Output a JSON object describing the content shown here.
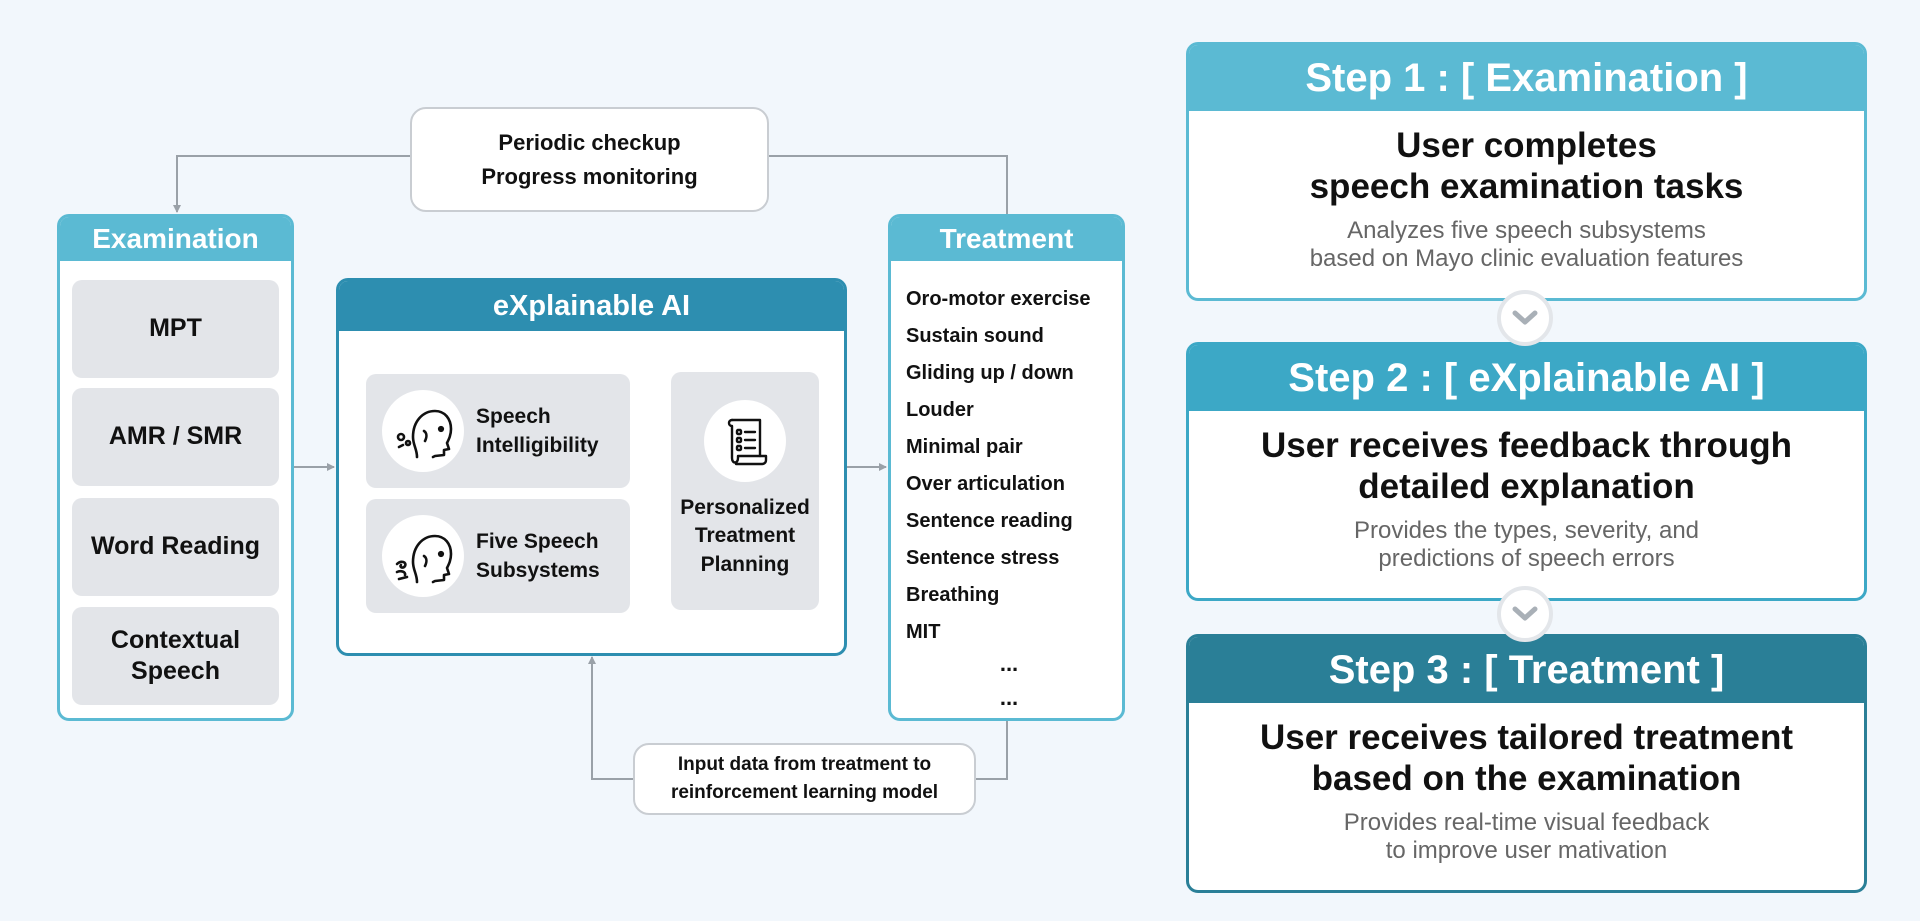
{
  "colors": {
    "light_teal": "#5bbad3",
    "mid_teal": "#3ca8c6",
    "dark_teal": "#2d8eb0",
    "step3_teal": "#2a7f97",
    "card_gray": "#e3e5e9",
    "background": "#f2f7fc"
  },
  "top_note": {
    "line1": "Periodic checkup",
    "line2": "Progress monitoring"
  },
  "bottom_note": {
    "line1": "Input data from treatment to",
    "line2": "reinforcement learning model"
  },
  "examination": {
    "title": "Examination",
    "items": [
      "MPT",
      "AMR / SMR",
      "Word Reading",
      "Contextual",
      "Speech"
    ]
  },
  "xai": {
    "title": "eXplainable AI",
    "card1": {
      "icon": "speaking-head-icon",
      "line1": "Speech",
      "line2": "Intelligibility"
    },
    "card2": {
      "icon": "breathing-head-icon",
      "line1": "Five Speech",
      "line2": "Subsystems"
    },
    "plan": {
      "icon": "checklist-scroll-icon",
      "line1": "Personalized",
      "line2": "Treatment",
      "line3": "Planning"
    }
  },
  "treatment": {
    "title": "Treatment",
    "items": [
      "Oro-motor exercise",
      "Sustain sound",
      "Gliding up / down",
      "Louder",
      "Minimal pair",
      "Over articulation",
      "Sentence reading",
      "Sentence stress",
      "Breathing",
      "MIT"
    ],
    "more1": "...",
    "more2": "..."
  },
  "steps": [
    {
      "title": "Step 1 : [ Examination ]",
      "main1": "User completes",
      "main2": "speech examination tasks",
      "sub1": "Analyzes five speech subsystems",
      "sub2": "based on Mayo clinic evaluation features"
    },
    {
      "title": "Step 2 : [ eXplainable AI ]",
      "main1": "User receives feedback through",
      "main2": "detailed explanation",
      "sub1": "Provides the types, severity, and",
      "sub2": "predictions of speech errors"
    },
    {
      "title": "Step 3 : [ Treatment ]",
      "main1": "User receives tailored treatment",
      "main2": "based on the examination",
      "sub1": "Provides real-time visual feedback",
      "sub2": "to improve user mativation"
    }
  ],
  "chevron_icon": "chevron-down-icon"
}
